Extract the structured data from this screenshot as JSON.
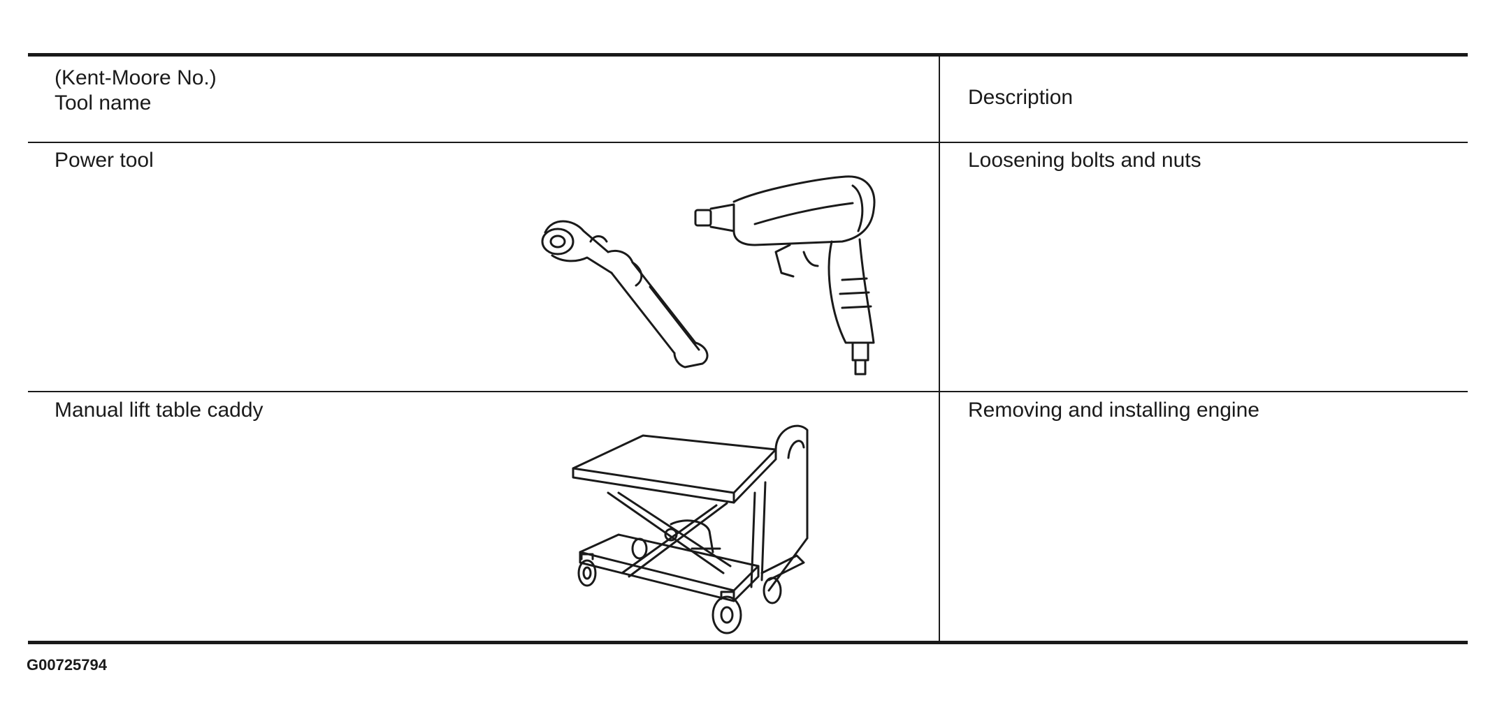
{
  "table": {
    "header": {
      "tool_col_line1": "(Kent-Moore No.)",
      "tool_col_line2": "Tool name",
      "description_col": "Description"
    },
    "rows": [
      {
        "tool_name": "Power tool",
        "description": "Loosening bolts and nuts",
        "illustration": "power-tool-ratchet-and-impact-wrench"
      },
      {
        "tool_name": "Manual lift table caddy",
        "description": "Removing and installing engine",
        "illustration": "manual-lift-table-caddy"
      }
    ]
  },
  "footer": {
    "figure_code": "G00725794"
  },
  "colors": {
    "ink": "#1a1a1a",
    "background": "#ffffff"
  }
}
